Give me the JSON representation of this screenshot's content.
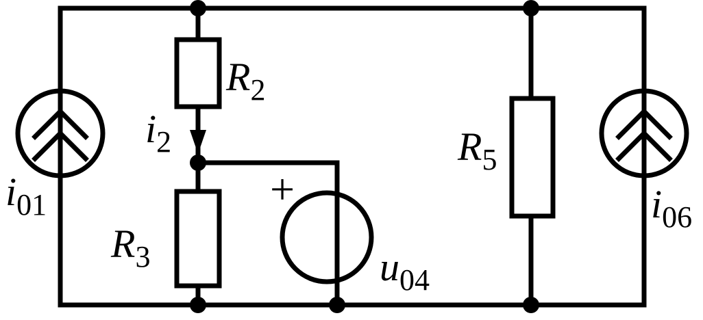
{
  "labels": {
    "r2": {
      "sym": "R",
      "sub": "2"
    },
    "r3": {
      "sym": "R",
      "sub": "3"
    },
    "r5": {
      "sym": "R",
      "sub": "5"
    },
    "i2": {
      "sym": "i",
      "sub": "2"
    },
    "i01": {
      "sym": "i",
      "sub": "01"
    },
    "i06": {
      "sym": "i",
      "sub": "06"
    },
    "u04": {
      "sym": "u",
      "sub": "04"
    },
    "plus": "+"
  }
}
